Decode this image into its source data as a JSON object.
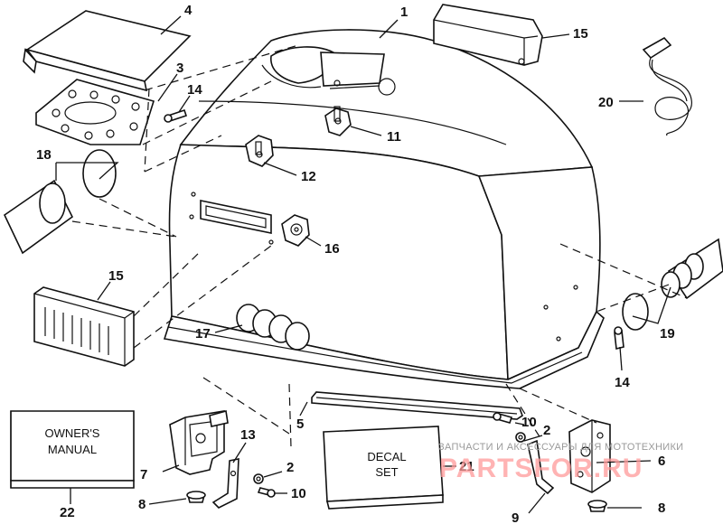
{
  "callouts": {
    "c1": "1",
    "c2a": "2",
    "c2b": "2",
    "c3": "3",
    "c4": "4",
    "c5": "5",
    "c6": "6",
    "c7": "7",
    "c8a": "8",
    "c8b": "8",
    "c9": "9",
    "c10a": "10",
    "c10b": "10",
    "c11": "11",
    "c12": "12",
    "c13": "13",
    "c14a": "14",
    "c14b": "14",
    "c15a": "15",
    "c15b": "15",
    "c16": "16",
    "c17": "17",
    "c18": "18",
    "c19": "19",
    "c20": "20",
    "c21": "21",
    "c22": "22"
  },
  "manual": {
    "line1": "OWNER'S",
    "line2": "MANUAL"
  },
  "decal": {
    "line1": "DECAL",
    "line2": "SET"
  },
  "watermark": {
    "caption": "ЗАПЧАСТИ И АКСЕССУАРЫ ДЛЯ МОТОТЕХНИКИ",
    "brand": "PARTSFOR.RU"
  }
}
